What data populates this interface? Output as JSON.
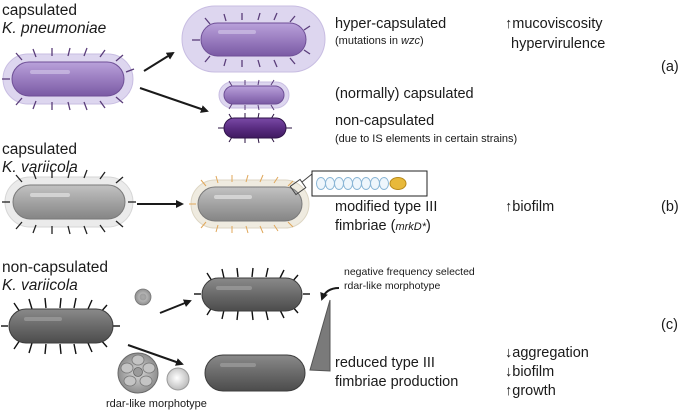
{
  "panel_a": {
    "label": "(a)",
    "source_line1": "capsulated",
    "source_line2": "K. pneumoniae",
    "hyper_title": "hyper-capsulated",
    "hyper_note_prefix": "(mutations in ",
    "hyper_note_gene": "wzc",
    "hyper_note_suffix": ")",
    "effect_line1": "↑mucoviscosity",
    "effect_line2": "hypervirulence",
    "normal_label": "(normally) capsulated",
    "noncap_title": "non-capsulated",
    "noncap_note": "(due to IS elements in certain strains)"
  },
  "panel_b": {
    "label": "(b)",
    "source_line1": "capsulated",
    "source_line2": "K. variicola",
    "fimbriae_line1": "modified type III",
    "fimbriae_line2_prefix": "fimbriae (",
    "fimbriae_gene": "mrkD*",
    "fimbriae_line2_suffix": ")",
    "effect": "↑biofilm"
  },
  "panel_c": {
    "label": "(c)",
    "source_line1": "non-capsulated",
    "source_line2": "K. variicola",
    "selected_line1": "negative frequency selected",
    "selected_line2": "rdar-like morphotype",
    "reduced_line1": "reduced type III",
    "reduced_line2": "fimbriae production",
    "effect_line1": "↓aggregation",
    "effect_line2": "↓biofilm",
    "effect_line3": "↑growth",
    "rdar_label": "rdar-like morphotype"
  },
  "colors": {
    "purple_body": "#9b7fc0",
    "purple_dark": "#5a2d82",
    "capsule": "#ddd6ef",
    "grey_body": "#a6a6a6",
    "grey_dark": "#6a6a6a",
    "grey_capsule": "#e9e6dc",
    "fimbriae_orange": "#e0a75a",
    "gene_bead": "#bcd7ea",
    "gene_bead_end": "#e8b93a"
  }
}
